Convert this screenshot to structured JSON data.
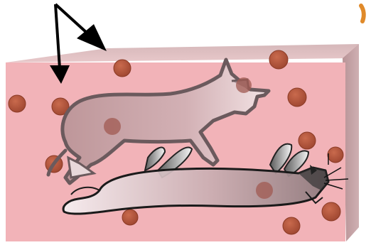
{
  "scene": {
    "description_visible_text": "",
    "colors": {
      "block_front": "#f2b3b8",
      "block_top": "#d9b9bb",
      "block_side": "#c49da0",
      "particle": "#b5553a",
      "particle_edge": "#8a3a25",
      "animal_outline": "#6b5a5d",
      "animal_fill": "#c8a7ab",
      "arrow": "#000000",
      "accent_orange": "#e08a2a"
    },
    "icons": [
      "cat-figure",
      "rat-figure",
      "arrow-icon",
      "particle-dot"
    ]
  }
}
